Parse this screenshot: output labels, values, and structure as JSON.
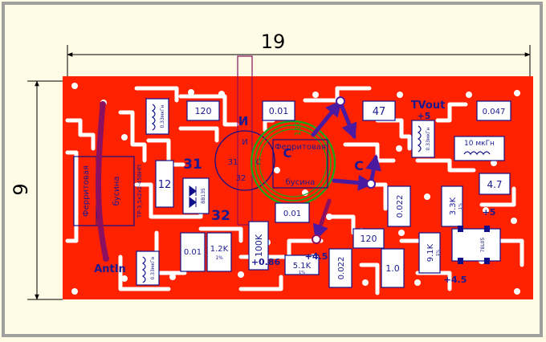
{
  "colors": {
    "background": "#fffbe4",
    "frame": "#a0a0a0",
    "board": "#ff2200",
    "gap": "#ffffff",
    "component_outline": "#10108a",
    "label": "#1a1a90",
    "coil": "#18a81c",
    "wire": "#8b1060",
    "arrow": "#4a1aa0",
    "dimension": "#000000",
    "pad": "#ffffff"
  },
  "dimensions": {
    "width_label": "19",
    "height_label": "9"
  },
  "labels": {
    "ant_in": "AntIn",
    "tv_out": "TVout",
    "tv_plus5": "+5",
    "plus5_right": "+5",
    "plus45_mid": "+4.5",
    "plus45_right": "+4.5",
    "plus086": "+0.86",
    "transistor_i": "И",
    "transistor_31": "31",
    "transistor_32": "32",
    "transistor_c": "С",
    "node_c": "С",
    "ferrite_left_a": "Ферритовая",
    "ferrite_left_b": "бусина",
    "ferrite_left_ref": "ТР-3,5х2х2-45ВНП",
    "ferrite_center_a": "Ферритовая",
    "ferrite_center_b": "бусина",
    "coil_120": "120",
    "pin_i_small": "И",
    "pin_31_small": "31",
    "pin_32_small": "32",
    "pin_c_small": "С",
    "diode_ref": "BB135"
  },
  "components": {
    "r120_top": "120",
    "c001_top": "0.01",
    "c47": "47",
    "c0047": "0.047",
    "l10uh": "10 мкГн",
    "l033_top": "0.33мкГн",
    "l033_bottom": "0.33мкГн",
    "l033_tv": "0.33мкГн",
    "c12": "12",
    "c001_mid": "0.01",
    "r100k": "100K",
    "c001_bl": "0.01",
    "r12k": "1.2K",
    "r12k_tol": "1%",
    "r51k": "5.1K",
    "r51k_tol": "1%",
    "c0022_b": "0.022",
    "c0022_r": "0.022",
    "r120_b": "120",
    "c10": "1.0",
    "r33k": "3.3K",
    "r33k_tol": "1%",
    "r91k": "9.1K",
    "r91k_tol": "1%",
    "c47_r": "4.7",
    "reg_label": "78L05"
  }
}
